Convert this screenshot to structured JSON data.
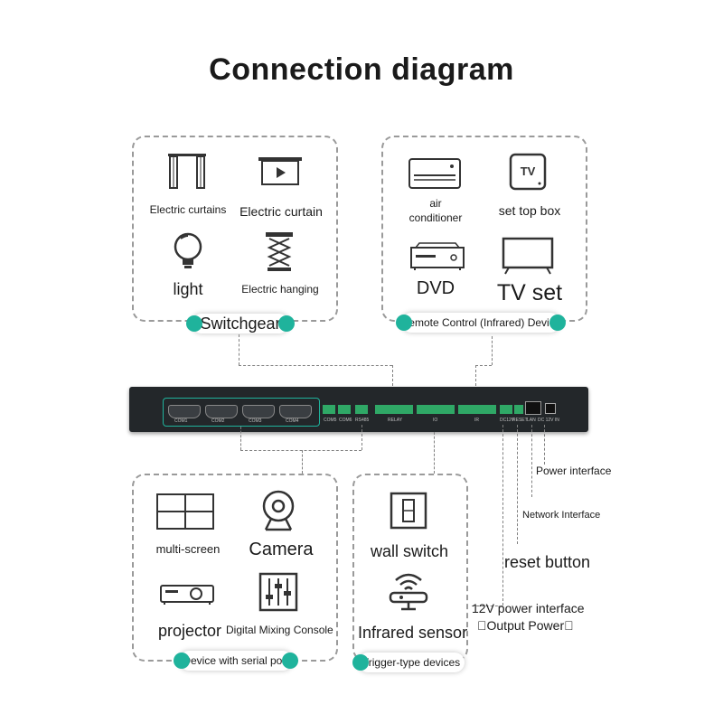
{
  "title": "Connection diagram",
  "switchgear": {
    "label": "Switchgear",
    "items": [
      {
        "label": "Electric curtains",
        "icon": "curtain-icon"
      },
      {
        "label": "Electric curtain",
        "icon": "projector-screen-icon"
      },
      {
        "label": "light",
        "icon": "light-bulb-icon"
      },
      {
        "label": "Electric hanging",
        "icon": "scissor-lift-icon"
      }
    ]
  },
  "remote": {
    "label": "Remote Control (Infrared) Device",
    "items": [
      {
        "label": "air\nconditioner",
        "icon": "air-conditioner-icon"
      },
      {
        "label": "set top box",
        "icon": "tv-box-icon"
      },
      {
        "label": "DVD",
        "icon": "dvd-player-icon"
      },
      {
        "label": "TV set",
        "icon": "tv-icon"
      }
    ]
  },
  "device": {
    "ports": [
      "COM1",
      "COM2",
      "COM3",
      "COM4"
    ],
    "terminals": [
      "COM5",
      "COM6",
      "RS485",
      "RELAY",
      "IO",
      "IR",
      "DC12V",
      "RESET",
      "LAN",
      "DC 12V IN"
    ]
  },
  "serial": {
    "label": "Device with serial port",
    "items": [
      {
        "label": "multi-screen",
        "icon": "video-wall-icon"
      },
      {
        "label": "Camera",
        "icon": "camera-icon"
      },
      {
        "label": "projector",
        "icon": "projector-icon"
      },
      {
        "label": "Digital Mixing Console",
        "icon": "mixer-icon"
      }
    ]
  },
  "trigger": {
    "label": "Trigger-type devices",
    "items": [
      {
        "label": "wall switch",
        "icon": "wall-switch-icon"
      },
      {
        "label": "Infrared sensor",
        "icon": "infrared-sensor-icon"
      }
    ]
  },
  "callouts": {
    "power": "Power interface",
    "network": "Network Interface",
    "reset": "reset button",
    "power12v_line1": "12V power interface",
    "power12v_line2": "\u0000Output Power\u0000"
  },
  "colors": {
    "accent": "#1fb39c",
    "device": "#23272a",
    "terminal": "#2fa866"
  }
}
